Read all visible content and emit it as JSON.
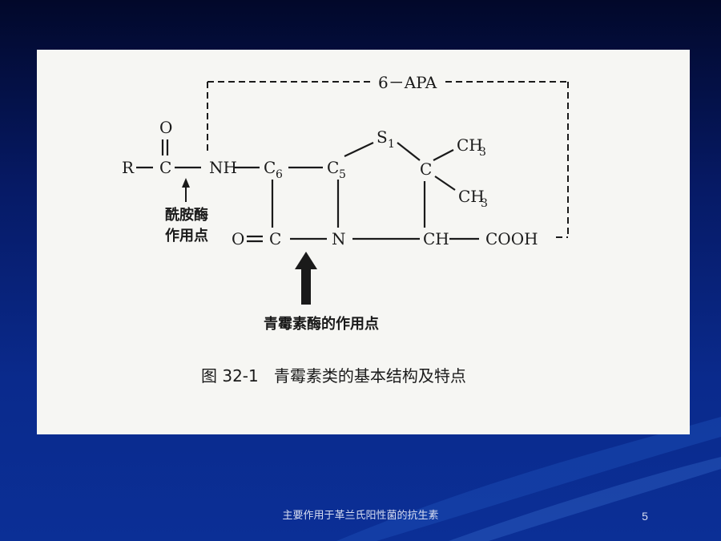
{
  "diagram": {
    "apa_label": "6－APA",
    "atoms": {
      "r": "R",
      "c_carbonyl": "C",
      "o_top": "O",
      "nh": "NH",
      "c6": "C",
      "c6_num": "6",
      "c5": "C",
      "c5_num": "5",
      "s1": "S",
      "s1_num": "1",
      "c_quat": "C",
      "ch3_top": "CH",
      "ch3_top_num": "3",
      "ch3_bottom": "CH",
      "ch3_bottom_num": "3",
      "o_left": "O",
      "c_lactam": "C",
      "n": "N",
      "ch": "CH",
      "cooh": "COOH"
    },
    "amidase_label_line1": "酰胺酶",
    "amidase_label_line2": "作用点",
    "penicillinase_label": "青霉素酶的作用点",
    "caption": "图 32-1   青霉素类的基本结构及特点"
  },
  "footer": {
    "title": "主要作用于革兰氏阳性菌的抗生素",
    "page_number": "5"
  }
}
